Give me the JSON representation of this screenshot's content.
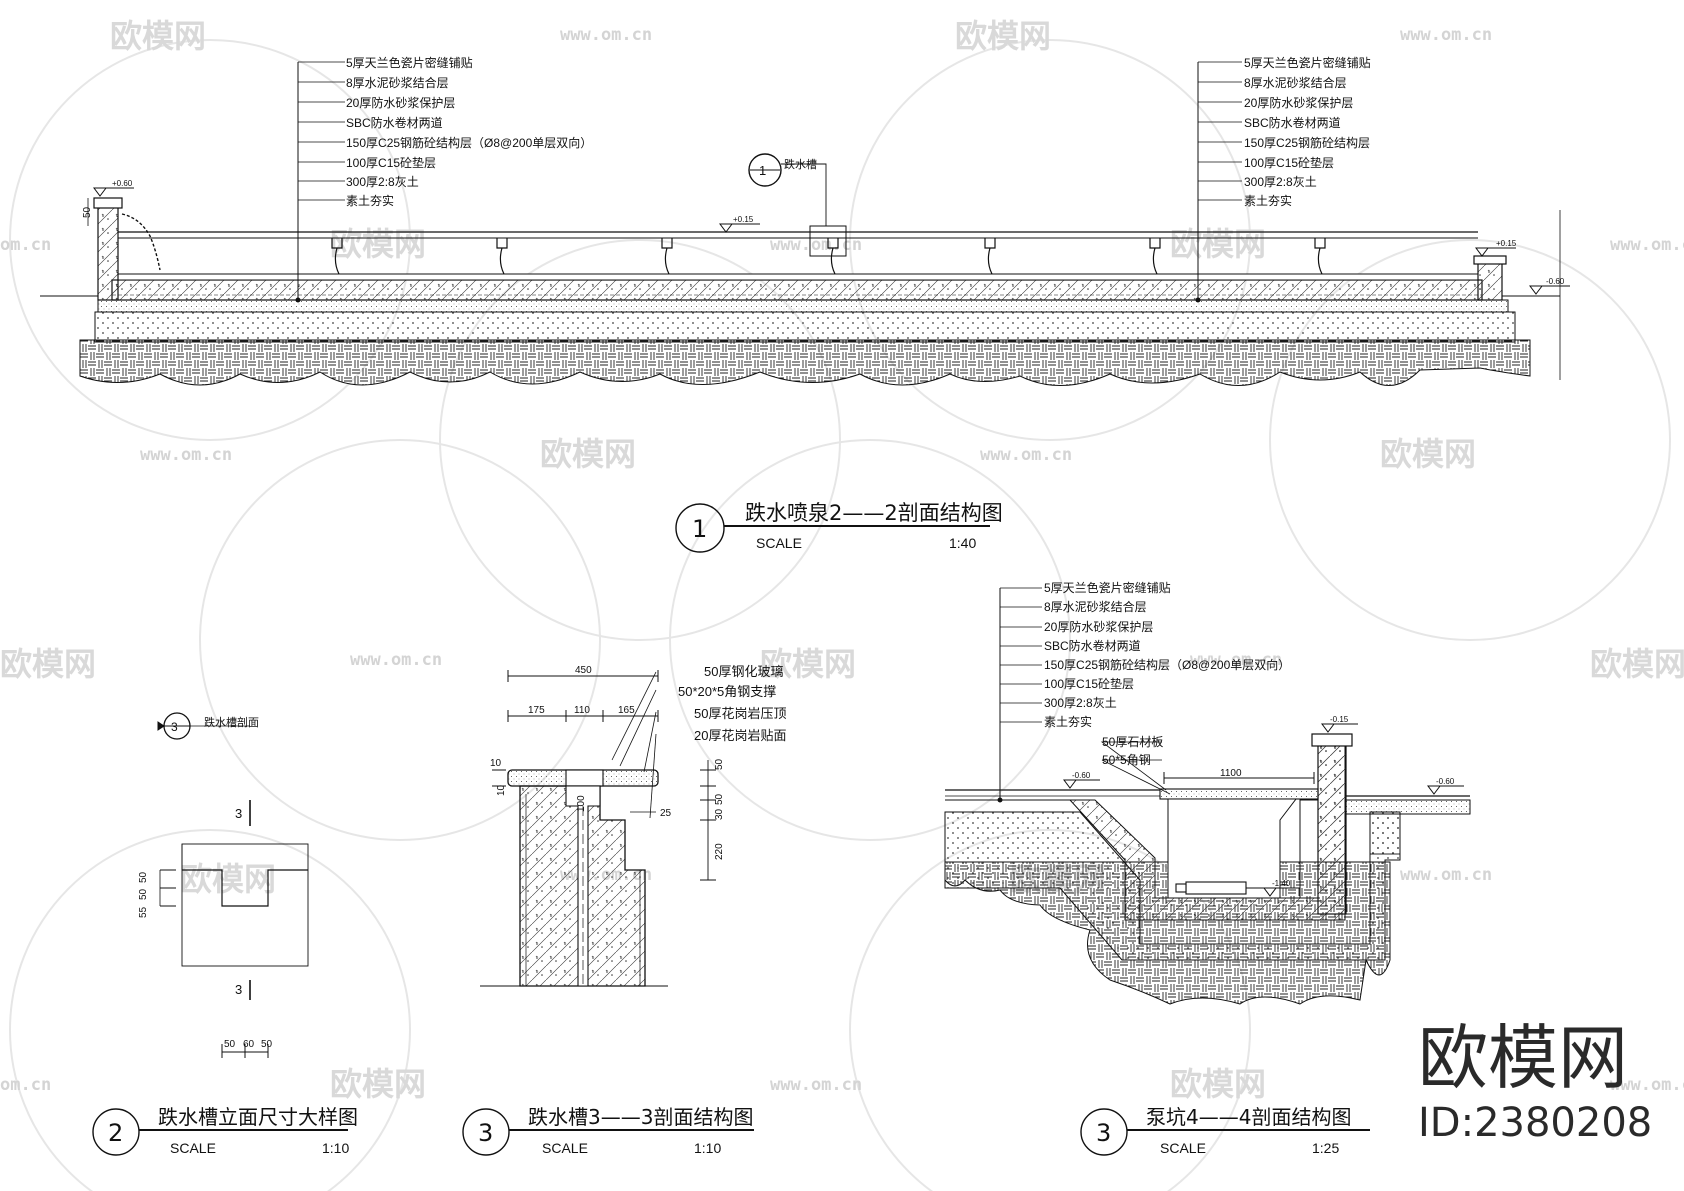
{
  "watermark": {
    "logo_text": "欧模网",
    "url_text": "www.om.cn",
    "url_text_partial": "om.cn"
  },
  "brand": {
    "name": "欧模网",
    "id": "ID:2380208"
  },
  "layers": [
    "5厚天兰色瓷片密缝铺贴",
    "8厚水泥砂浆结合层",
    "20厚防水砂浆保护层",
    "SBC防水卷材两道",
    "150厚C25钢筋砼结构层（Ø8@200单层双向）",
    "100厚C15砼垫层",
    "300厚2:8灰土",
    "素土夯实"
  ],
  "layers_right": [
    "5厚天兰色瓷片密缝铺贴",
    "8厚水泥砂浆结合层",
    "20厚防水砂浆保护层",
    "SBC防水卷材两道",
    "150厚C25钢筋砼结构层",
    "100厚C15砼垫层",
    "300厚2:8灰土",
    "素土夯实"
  ],
  "section1": {
    "title": "跌水喷泉2——2剖面结构图",
    "number": "1",
    "scale_label": "SCALE",
    "scale_value": "1:40",
    "callout_number": "1",
    "callout_label": "跌水槽",
    "elev_top_left": "+0.60",
    "elev_water": "+0.15",
    "elev_right_wall": "+0.15",
    "elev_right_ground": "-0.60",
    "dim_left": "50"
  },
  "section2": {
    "title": "跌水槽立面尺寸大样图",
    "number": "2",
    "scale_label": "SCALE",
    "scale_value": "1:10",
    "callout_number": "3",
    "callout_label": "跌水槽剖面",
    "cut_label_top": "3",
    "cut_label_bottom": "3",
    "dims_vertical": [
      "50",
      "50",
      "55"
    ],
    "dims_horizontal": [
      "50",
      "60",
      "50"
    ]
  },
  "section3": {
    "title": "跌水槽3——3剖面结构图",
    "number": "3",
    "scale_label": "SCALE",
    "scale_value": "1:10",
    "labels": [
      "50厚钢化玻璃",
      "50*20*5角钢支撑",
      "50厚花岗岩压顶",
      "20厚花岗岩贴面"
    ],
    "dim_total": "450",
    "dims_top": [
      "175",
      "110",
      "165"
    ],
    "dims_right": [
      "50",
      "50",
      "30",
      "220"
    ],
    "dim_25": "25",
    "dim_100": "100",
    "dims_left": [
      "10",
      "10"
    ]
  },
  "section4": {
    "title": "泵坑4——4剖面结构图",
    "number": "3",
    "scale_label": "SCALE",
    "scale_value": "1:25",
    "labels_extra": [
      "50厚石材板",
      "50*5角钢"
    ],
    "dim_width": "1100",
    "elev_left": "-0.60",
    "elev_right": "-0.60",
    "elev_top": "-0.15",
    "elev_pit": "-1.40"
  }
}
